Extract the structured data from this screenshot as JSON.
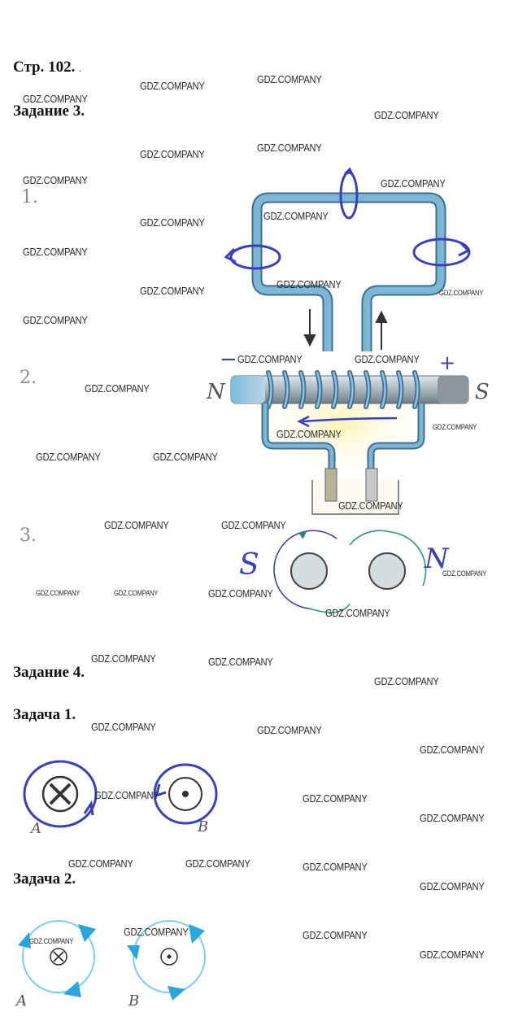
{
  "page_label": "Стр. 102.",
  "page_mark": ".",
  "sections": {
    "task3": "Задание 3.",
    "task4": "Задание 4.",
    "problem1": "Задача 1.",
    "problem2": "Задача 2."
  },
  "items": {
    "n1": "1.",
    "n2": "2.",
    "n3": "3."
  },
  "figure_labels": {
    "coil_north": "N",
    "coil_south": "S",
    "minus": "−",
    "plus": "+",
    "magnets_s": "S",
    "magnets_n": "N",
    "p1_a": "A",
    "p1_b": "B",
    "p2_a": "A",
    "p2_b": "B"
  },
  "watermark": "GDZ.COMPANY",
  "colors": {
    "pipe_blue": "#6fa9cc",
    "pipe_outline": "#3c6f92",
    "ink_blue": "#3a3fc2",
    "cyan_arrow": "#27a6e0",
    "rod_gray": "#9aa4aa"
  }
}
